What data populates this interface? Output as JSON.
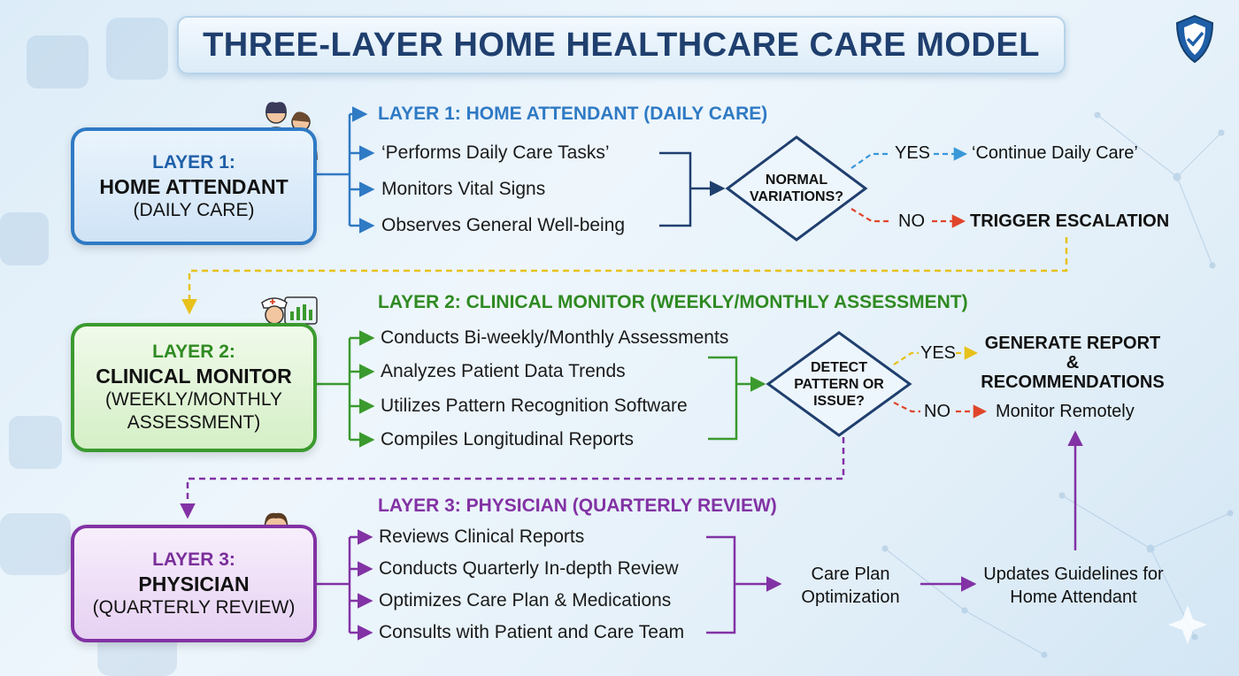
{
  "title": "THREE-LAYER HOME HEALTHCARE CARE MODEL",
  "layers": [
    {
      "box": {
        "label": "LAYER 1:",
        "name": "HOME ATTENDANT",
        "sub": "(DAILY CARE)"
      },
      "heading": "LAYER 1: HOME ATTENDANT (DAILY CARE)",
      "items": [
        "‘Performs Daily Care Tasks’",
        "Monitors Vital Signs",
        "Observes General Well-being"
      ],
      "decision": "NORMAL VARIATIONS?",
      "yes_label": "YES",
      "yes_outcome": "‘Continue Daily Care’",
      "no_label": "NO",
      "no_outcome": "TRIGGER ESCALATION",
      "color": "#2f7ac4",
      "icon": "nurse-and-patient-icon"
    },
    {
      "box": {
        "label": "LAYER 2:",
        "name": "CLINICAL MONITOR",
        "sub": "(WEEKLY/MONTHLY ASSESSMENT)"
      },
      "heading": "LAYER 2: CLINICAL MONITOR (WEEKLY/MONTHLY ASSESSMENT)",
      "items": [
        "Conducts Bi-weekly/Monthly Assessments",
        "Analyzes Patient Data Trends",
        "Utilizes Pattern Recognition Software",
        "Compiles Longitudinal Reports"
      ],
      "decision": "DETECT PATTERN OR ISSUE?",
      "yes_label": "YES",
      "yes_outcome": "GENERATE REPORT & RECOMMENDATIONS",
      "no_label": "NO",
      "no_outcome": "Monitor Remotely",
      "color": "#3a9a2e",
      "icon": "nurse-with-chart-icon"
    },
    {
      "box": {
        "label": "LAYER 3:",
        "name": "PHYSICIAN",
        "sub": "(QUARTERLY REVIEW)"
      },
      "heading": "LAYER 3: PHYSICIAN (QUARTERLY REVIEW)",
      "items": [
        "Reviews Clinical Reports",
        "Conducts Quarterly In-depth Review",
        "Optimizes Care Plan & Medications",
        "Consults with Patient and Care Team"
      ],
      "step1": "Care Plan Optimization",
      "step2": "Updates Guidelines for Home Attendant",
      "color": "#8232a4",
      "icon": "doctor-with-stethoscope-icon"
    }
  ],
  "colors": {
    "blue": "#2f7ac4",
    "green": "#3a9a2e",
    "purple": "#8232a4",
    "navy": "#1f3f6e",
    "yellow": "#e8c11a",
    "red": "#e0452b",
    "title": "#1f3f6e"
  },
  "logo_icon": "shield-logo-icon"
}
